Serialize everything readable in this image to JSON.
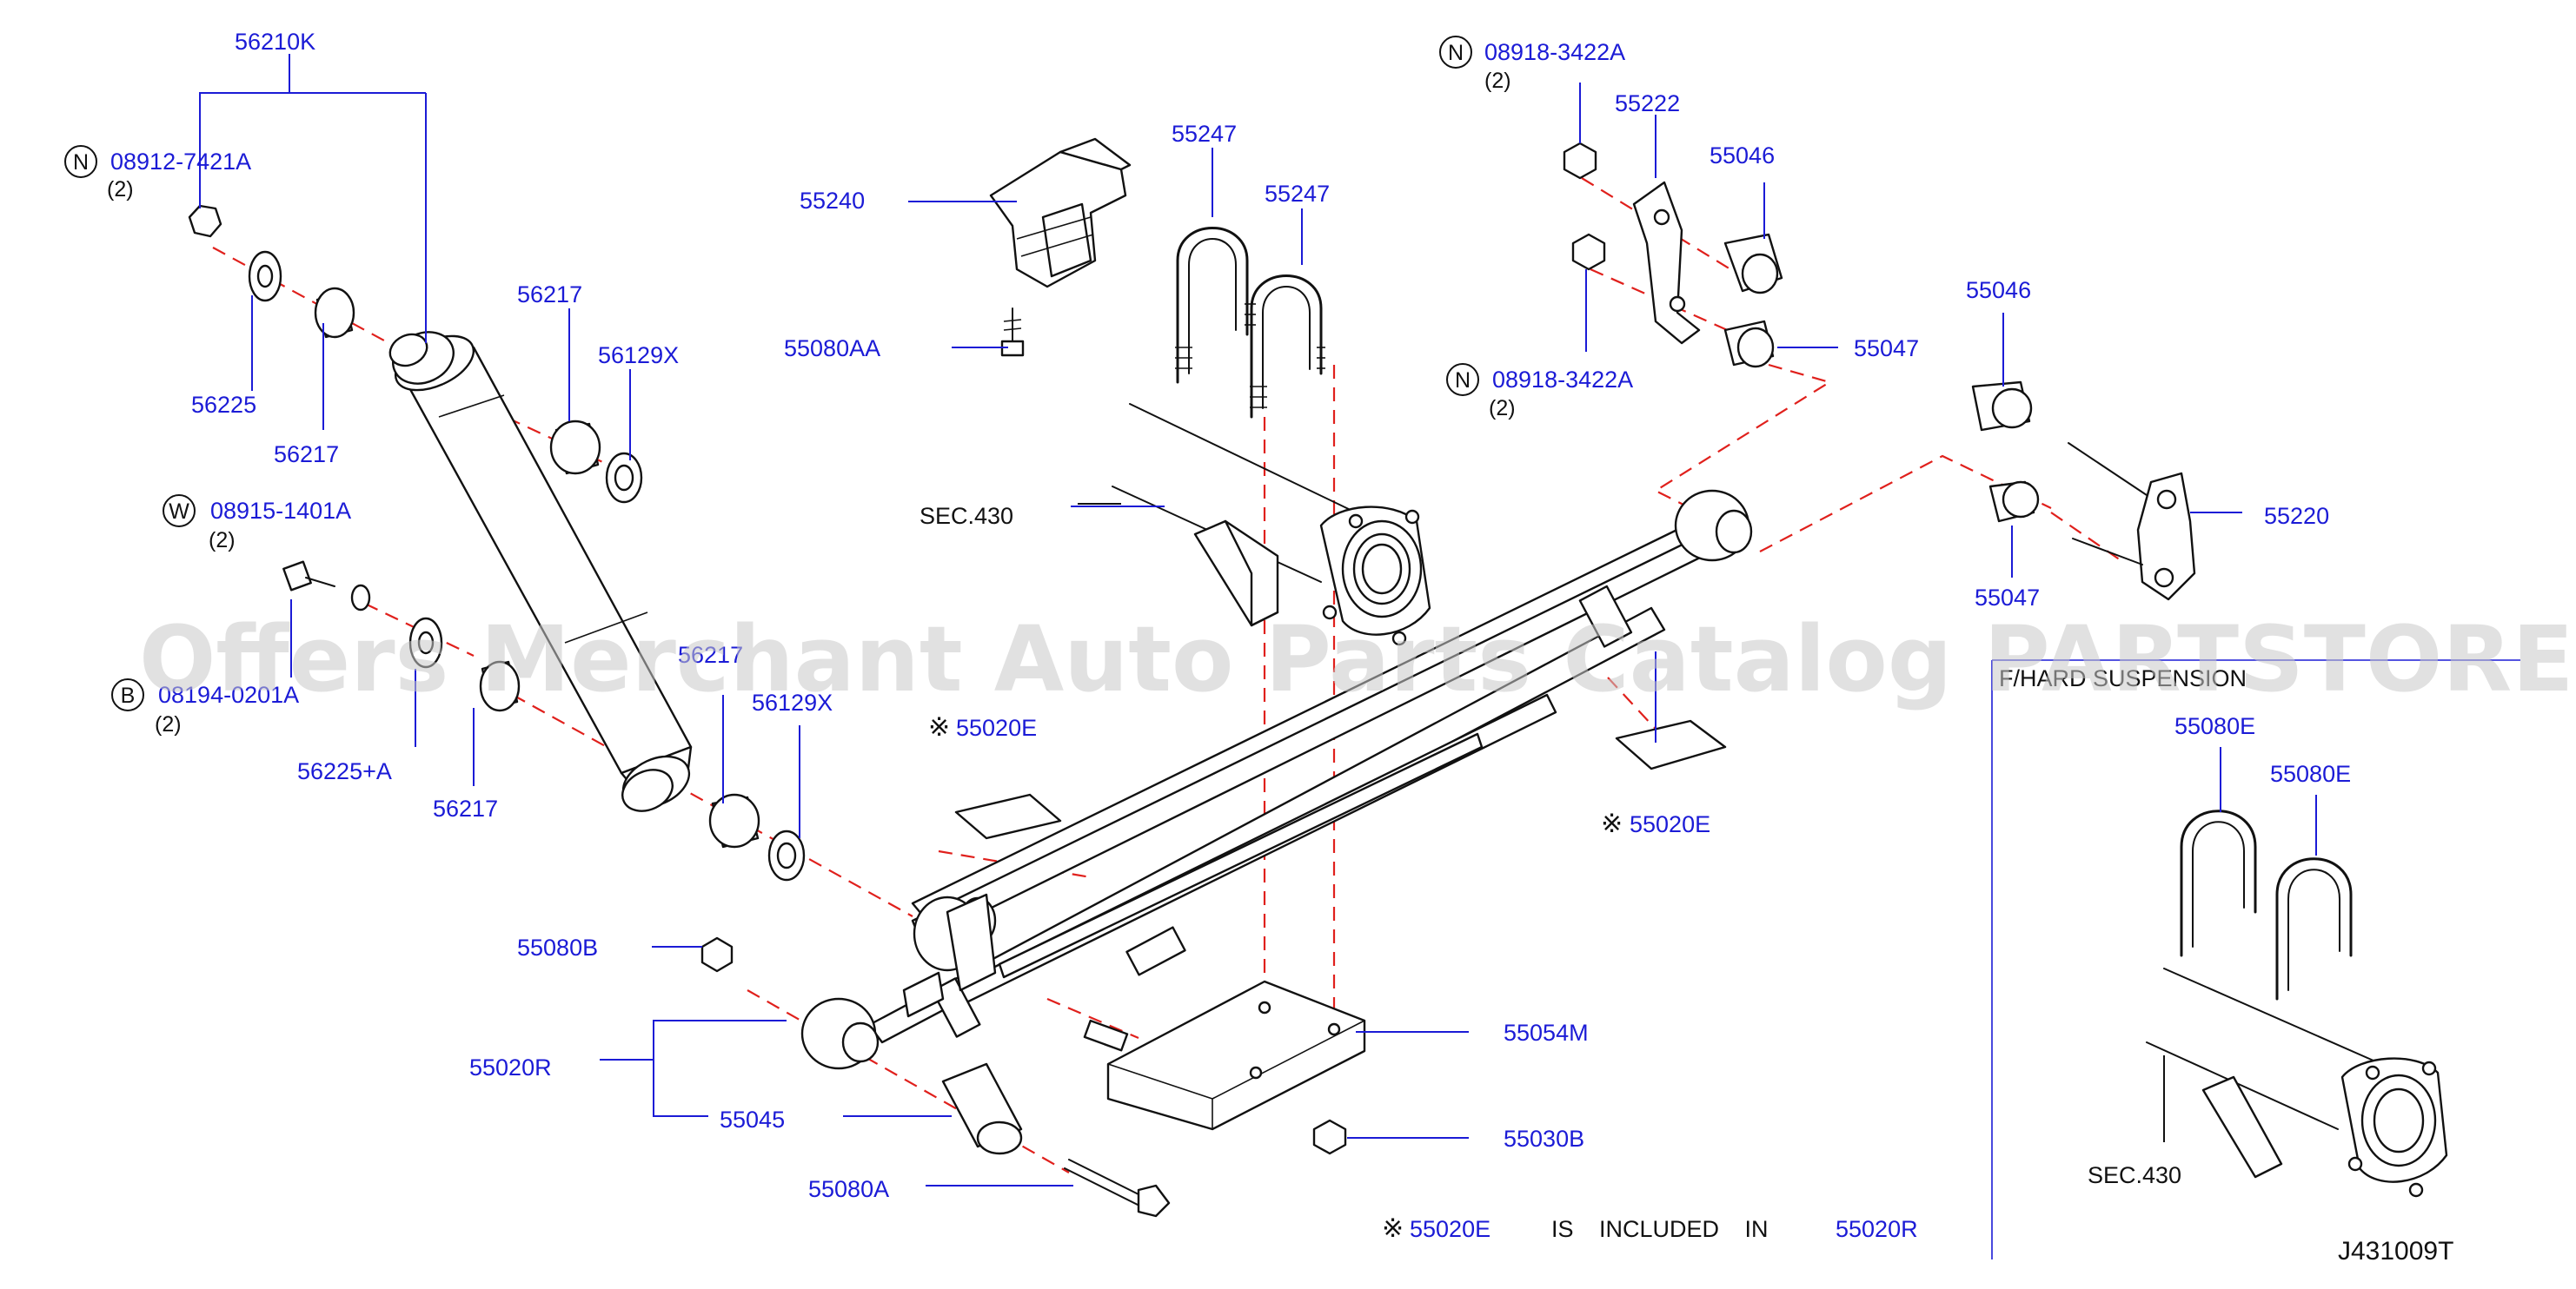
{
  "watermark": "Offers Merchant Auto Parts Catalog PARTSTORE.SA",
  "labels": {
    "p56210K": "56210K",
    "p08912": "08912-7421A",
    "q08912": "(2)",
    "p56225": "56225",
    "p56217a": "56217",
    "p56217b": "56217",
    "p56129Xa": "56129X",
    "p08915": "08915-1401A",
    "q08915": "(2)",
    "p08194": "08194-0201A",
    "q08194": "(2)",
    "p56225A": "56225+A",
    "p56217c": "56217",
    "p56217d": "56217",
    "p56129Xb": "56129X",
    "p55240": "55240",
    "p55080AA": "55080AA",
    "p55247a": "55247",
    "p55247b": "55247",
    "sec430a": "SEC.430",
    "p55020Ea": "55020E",
    "p55080B": "55080B",
    "p55020R": "55020R",
    "p55045": "55045",
    "p55080A": "55080A",
    "p08918a": "08918-3422A",
    "q08918a": "(2)",
    "p55222": "55222",
    "p55046a": "55046",
    "p08918b": "08918-3422A",
    "q08918b": "(2)",
    "p55047a": "55047",
    "p55046b": "55046",
    "p55220": "55220",
    "p55047b": "55047",
    "p55020Eb": "55020E",
    "p55054M": "55054M",
    "p55030B": "55030B",
    "p55080Ea": "55080E",
    "p55080Eb": "55080E",
    "sec430b": "SEC.430",
    "inset_title": "F/HARD SUSPENSION",
    "note_code": "55020E",
    "note_text": "IS INCLUDED IN",
    "note_ref": "55020R",
    "diagram_ref": "J431009T"
  },
  "prefixes": {
    "n1": "N",
    "w1": "W",
    "b1": "B",
    "n2": "N",
    "n3": "N"
  },
  "note_symbol": "※",
  "colors": {
    "part_number": "#1b1bd6",
    "leader": "#1b1bd6",
    "dashed_assembly": "#e0201c",
    "line_art": "#111111",
    "watermark": "#c9c9c9"
  }
}
